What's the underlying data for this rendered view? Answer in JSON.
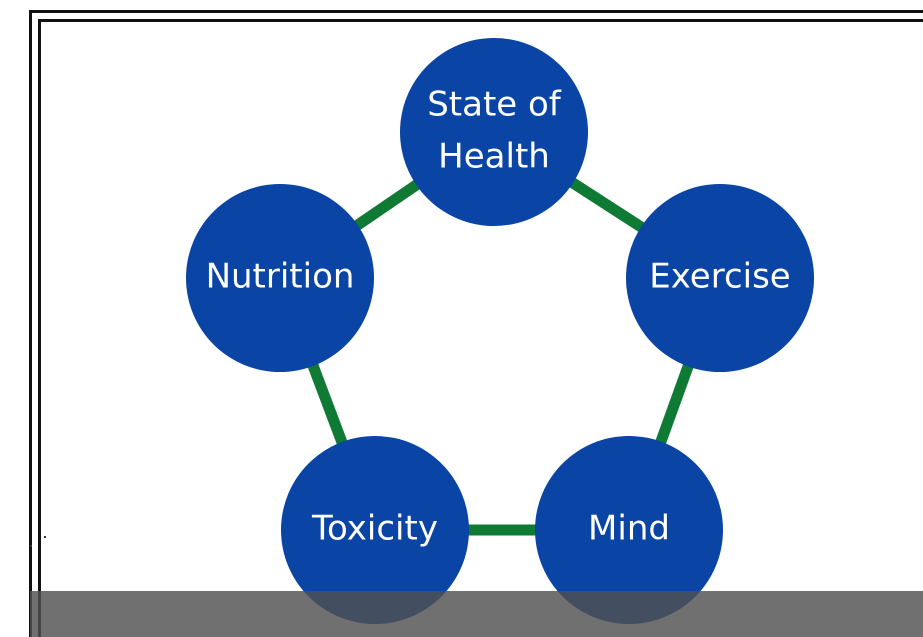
{
  "diagram": {
    "colors": {
      "node_fill": "#0a44a4",
      "edge": "#0f7a34",
      "label": "#ffffff",
      "overlay_bar": "#555555"
    },
    "nodes": [
      {
        "id": "state-of-health",
        "lines": [
          "State of",
          "Health"
        ]
      },
      {
        "id": "exercise",
        "lines": [
          "Exercise"
        ]
      },
      {
        "id": "mind",
        "lines": [
          "Mind"
        ]
      },
      {
        "id": "toxicity",
        "lines": [
          "Toxicity"
        ]
      },
      {
        "id": "nutrition",
        "lines": [
          "Nutrition"
        ]
      }
    ],
    "edges": [
      [
        "state-of-health",
        "exercise"
      ],
      [
        "exercise",
        "mind"
      ],
      [
        "mind",
        "toxicity"
      ],
      [
        "toxicity",
        "nutrition"
      ],
      [
        "nutrition",
        "state-of-health"
      ]
    ]
  }
}
